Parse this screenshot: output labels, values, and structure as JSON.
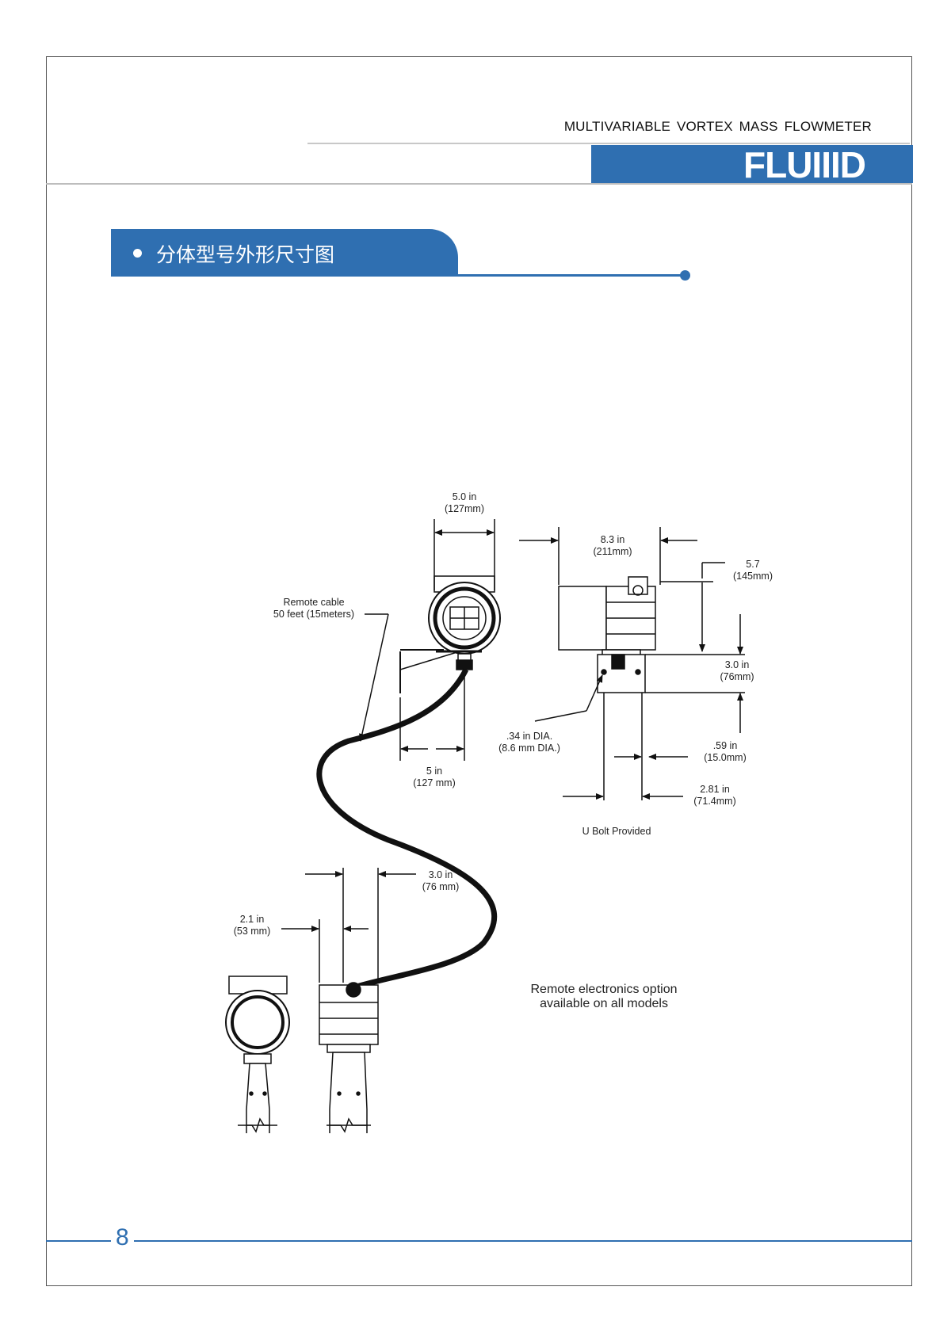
{
  "header": {
    "product_title": "MULTIVARIABLE  VORTEX  MASS  FLOWMETER",
    "brand": "FLUIIID"
  },
  "section": {
    "title": "分体型号外形尺寸图"
  },
  "drawing": {
    "labels": {
      "width_top_in": "5.0 in",
      "width_top_mm": "(127mm)",
      "length_in": "8.3 in",
      "length_mm": "(211mm)",
      "height_in": "5.7",
      "height_mm": "(145mm)",
      "cable_line1": "Remote cable",
      "cable_line2": "50 feet (15meters)",
      "bracket_height_in": "3.0 in",
      "bracket_height_mm": "(76mm)",
      "hole_in": ".34 in DIA.",
      "hole_mm": "(8.6 mm DIA.)",
      "bracket_width_in": "5 in",
      "bracket_width_mm": "(127 mm)",
      "slot_in": ".59 in",
      "slot_mm": "(15.0mm)",
      "bolt_in": "2.81 in",
      "bolt_mm": "(71.4mm)",
      "ubolt": "U Bolt Provided",
      "junction_in": "3.0  in",
      "junction_mm": "(76 mm)",
      "meter_in": "2.1 in",
      "meter_mm": "(53 mm)",
      "remote_note_1": "Remote electronics option",
      "remote_note_2": "available on all models"
    }
  },
  "footer": {
    "page_number": "8"
  }
}
